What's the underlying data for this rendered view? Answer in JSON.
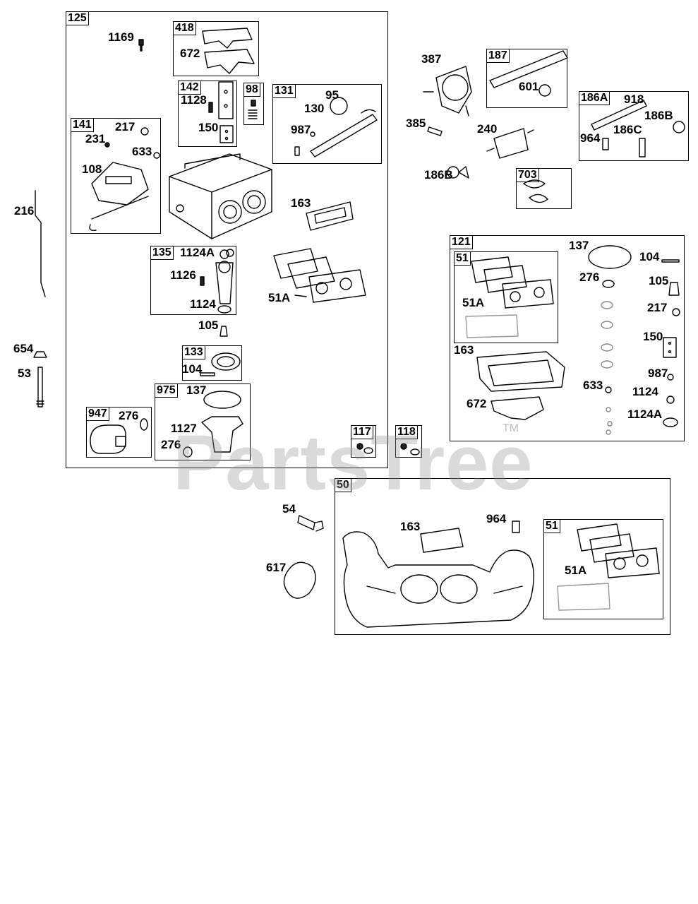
{
  "watermark": {
    "text": "PartsTree",
    "tm": "TM"
  },
  "groups": {
    "g125": "125",
    "g418": "418",
    "g142": "142",
    "g98": "98",
    "g131": "131",
    "g141": "141",
    "g135": "135",
    "g133": "133",
    "g975": "975",
    "g947": "947",
    "g117": "117",
    "g118": "118",
    "g187": "187",
    "g186A": "186A",
    "g703": "703",
    "g121": "121",
    "g51a": "51",
    "g50": "50",
    "g51b": "51"
  },
  "labels": {
    "l1169": "1169",
    "l672a": "672",
    "l1128": "1128",
    "l150a": "150",
    "l95a": "95",
    "l130": "130",
    "l987a": "987",
    "l217a": "217",
    "l231": "231",
    "l633a": "633",
    "l108": "108",
    "l163a": "163",
    "l1124Aa": "1124A",
    "l1126": "1126",
    "l1124a": "1124",
    "l51Aa": "51A",
    "l105a": "105",
    "l104a": "104",
    "l137a": "137",
    "l1127": "1127",
    "l276a": "276",
    "l276b": "276",
    "l216": "216",
    "l654": "654",
    "l53": "53",
    "l387": "387",
    "l385": "385",
    "l601": "601",
    "l240": "240",
    "l918": "918",
    "l186Ba": "186B",
    "l186C": "186C",
    "l964a": "964",
    "l186Bb": "186B",
    "l137b": "137",
    "l104b": "104",
    "l276c": "276",
    "l105b": "105",
    "l51Ab": "51A",
    "l217b": "217",
    "l150b": "150",
    "l163b": "163",
    "l987b": "987",
    "l633b": "633",
    "l1124b": "1124",
    "l672b": "672",
    "l1124Ab": "1124A",
    "l54": "54",
    "l617": "617",
    "l163c": "163",
    "l964b": "964",
    "l51Ac": "51A"
  }
}
